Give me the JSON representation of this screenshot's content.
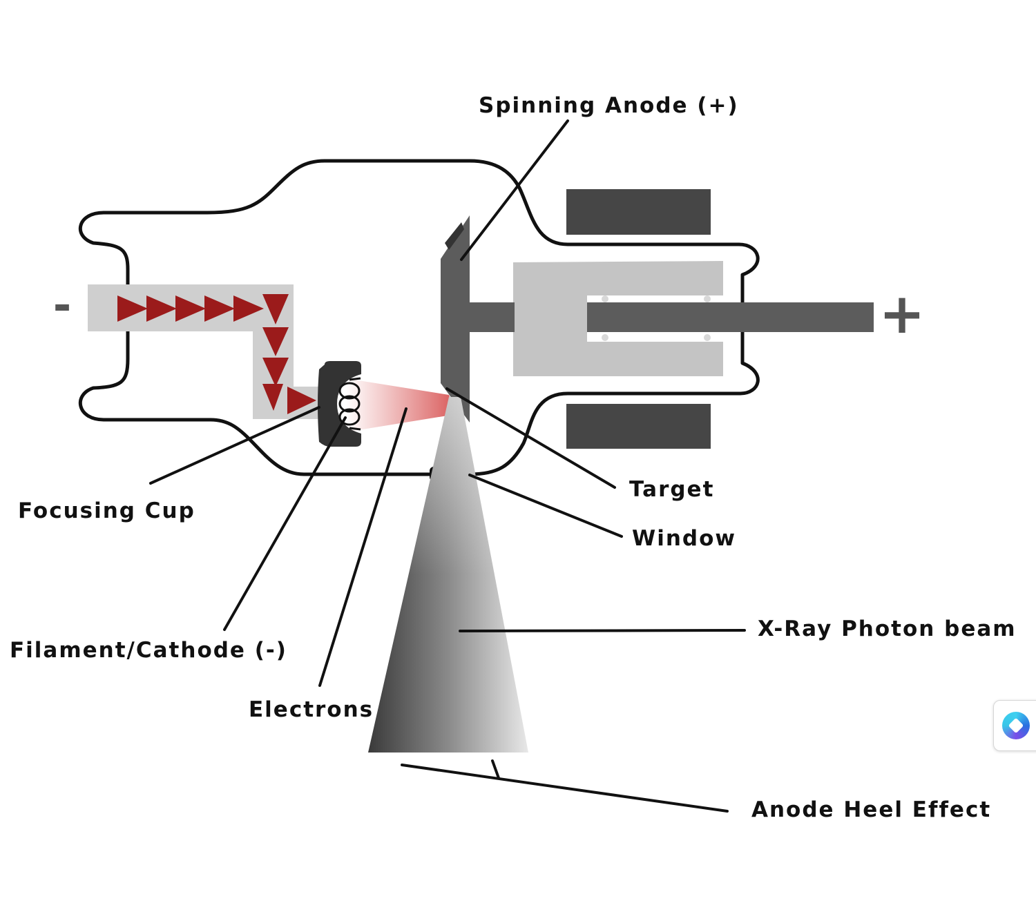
{
  "labels": {
    "spinning_anode": "Spinning Anode (+)",
    "focusing_cup": "Focusing Cup",
    "filament_cathode": "Filament/Cathode (-)",
    "electrons": "Electrons",
    "target": "Target",
    "window": "Window",
    "xray_beam": "X-Ray Photon beam",
    "anode_heel": "Anode Heel Effect"
  },
  "terminals": {
    "negative": "-",
    "positive": "+"
  },
  "colors": {
    "outline": "#111111",
    "anode_dark": "#5c5c5c",
    "stator": "#464646",
    "rotor": "#c4c4c4",
    "current_path": "#cfcfcf",
    "arrow": "#9b1b1b",
    "electron_beam": "#e07070"
  },
  "icons": {
    "assistant": "assistant-orb-icon"
  }
}
